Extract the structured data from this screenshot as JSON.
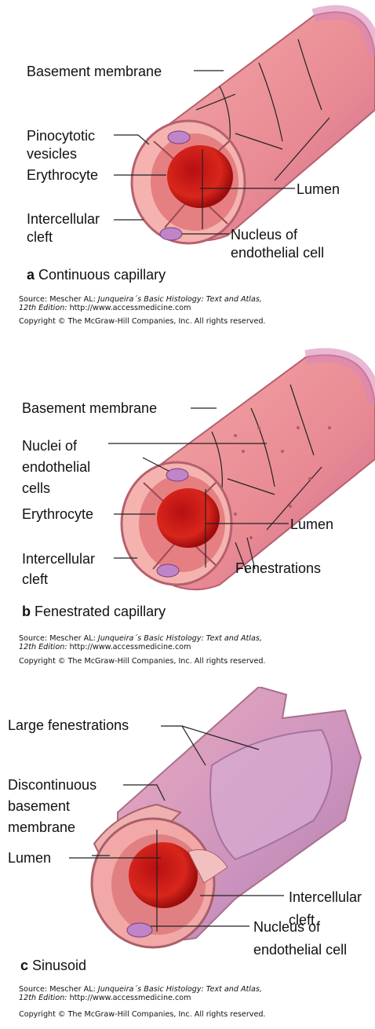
{
  "panel_a": {
    "letter": "a",
    "caption": "Continuous capillary",
    "labels": {
      "basement_membrane": "Basement membrane",
      "pinocytotic_vesicles": "Pinocytotic\nvesicles",
      "erythrocyte": "Erythrocyte",
      "lumen": "Lumen",
      "intercellular_cleft": "Intercellular\ncleft",
      "nucleus": "Nucleus of\nendothelial cell"
    }
  },
  "panel_b": {
    "letter": "b",
    "caption": "Fenestrated capillary",
    "labels": {
      "basement_membrane": "Basement membrane",
      "nuclei": "Nuclei of\nendothelial\ncells",
      "erythrocyte": "Erythrocyte",
      "lumen": "Lumen",
      "intercellular_cleft": "Intercellular\ncleft",
      "fenestrations": "Fenestrations"
    }
  },
  "panel_c": {
    "letter": "c",
    "caption": "Sinusoid",
    "labels": {
      "large_fenestrations": "Large fenestrations",
      "discontinuous_bm": "Discontinuous\nbasement\nmembrane",
      "lumen": "Lumen",
      "intercellular_cleft": "Intercellular\ncleft",
      "nucleus": "Nucleus of\nendothelial cell"
    }
  },
  "source": {
    "prefix": "Source: Mescher AL: ",
    "title": "Junqueira´s Basic Histology: Text and Atlas,",
    "edition": "12th Edition:",
    "url": " http://www.accessmedicine.com",
    "copyright": "Copyright © The McGraw-Hill Companies, Inc. All rights reserved."
  }
}
